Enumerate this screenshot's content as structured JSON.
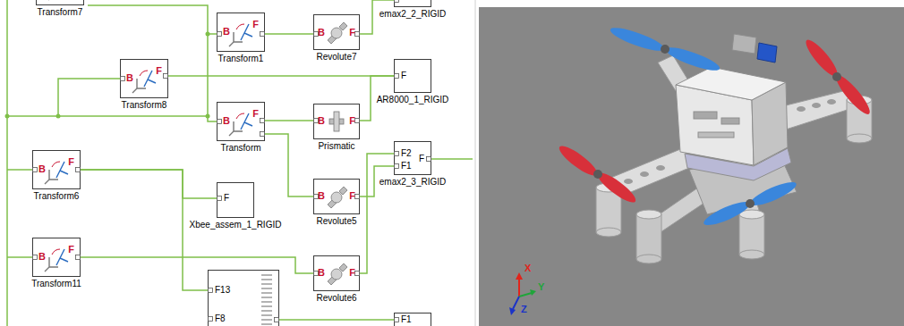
{
  "diagram": {
    "nodes": [
      {
        "text": [
          "Transform7"
        ]
      },
      {
        "text": [
          "B",
          "F",
          "Transform1"
        ]
      },
      {
        "text": [
          "B",
          "F",
          "Revolute7"
        ]
      },
      {
        "text": [
          "emax2_2_RIGID"
        ]
      },
      {
        "text": [
          "B",
          "F",
          "Transform8"
        ]
      },
      {
        "text": [
          "F",
          "AR8000_1_RIGID"
        ]
      },
      {
        "text": [
          "B",
          "F",
          "Transform"
        ]
      },
      {
        "text": [
          "B",
          "F",
          "Prismatic"
        ]
      },
      {
        "text": [
          "F2",
          "F1",
          "F",
          "emax2_3_RIGID"
        ]
      },
      {
        "text": [
          "B",
          "F",
          "Transform6"
        ]
      },
      {
        "text": [
          "F",
          "Xbee_assem_1_RIGID"
        ]
      },
      {
        "text": [
          "B",
          "F",
          "Revolute5"
        ]
      },
      {
        "text": [
          "B",
          "F",
          "Transform11"
        ]
      },
      {
        "text": [
          "F13",
          "F8"
        ]
      },
      {
        "text": [
          "B",
          "F",
          "Revolute6"
        ]
      },
      {
        "text": [
          "F1"
        ]
      }
    ],
    "edges": [
      {
        "from": 1,
        "to": 2,
        "arrow": "none"
      },
      {
        "from": 2,
        "to": 3,
        "arrow": "none"
      },
      {
        "from": 4,
        "to": 5,
        "arrow": "none"
      },
      {
        "from": 6,
        "to": 7,
        "arrow": "none"
      },
      {
        "from": 7,
        "to": 5,
        "arrow": "none"
      },
      {
        "from": 6,
        "to": 11,
        "arrow": "none"
      },
      {
        "from": 11,
        "to": 8,
        "arrow": "none"
      },
      {
        "from": 14,
        "to": 8,
        "arrow": "none"
      },
      {
        "from": 9,
        "to": 10,
        "arrow": "none"
      },
      {
        "from": 9,
        "to": 13,
        "arrow": "none"
      },
      {
        "from": 12,
        "to": 14,
        "arrow": "none"
      },
      {
        "from": 13,
        "to": 15,
        "arrow": "none"
      }
    ],
    "labels": [
      "X",
      "Y",
      "Z"
    ]
  }
}
